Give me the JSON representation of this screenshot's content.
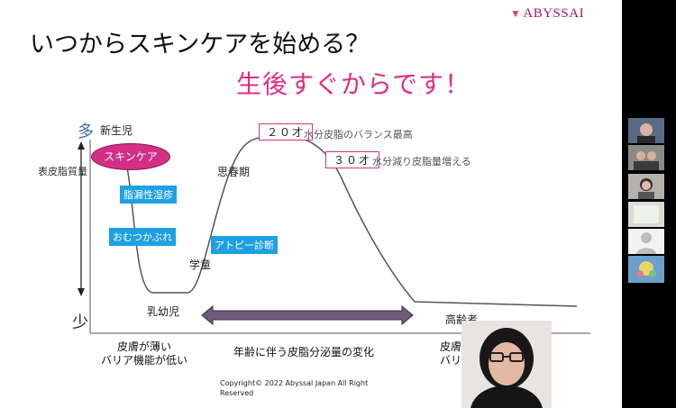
{
  "brand": "ABYSSAI",
  "slide": {
    "title": "いつからスキンケアを始める？",
    "subtitle": "生後すぐからです！",
    "y_axis": {
      "top": "多",
      "bottom": "少",
      "name": "表皮脂質量"
    },
    "stages": {
      "newborn": "新生児",
      "infant": "乳幼児",
      "school_child": "学童",
      "puberty": "思春期",
      "elderly": "高齢者"
    },
    "skincare_label": "スキンケア",
    "conditions": [
      "脂漏性湿疹",
      "おむつかぶれ",
      "アトピー診断"
    ],
    "peaks": [
      {
        "age": "２０才",
        "note": "水分皮脂のバランス最高"
      },
      {
        "age": "３０才",
        "note": "水分減り皮脂量増える"
      }
    ],
    "arrow_label": "年齢に伴う皮脂分泌量の変化",
    "bottom_left": [
      "皮膚が薄い",
      "バリア機能が低い"
    ],
    "bottom_right": [
      "皮膚が",
      "バリア"
    ],
    "copyright": "Copyright© 2022 Abyssal Japan All Right Reserved"
  },
  "colors": {
    "accent_pink": "#dd2f86",
    "badge_blue": "#1da0e4",
    "curve": "#555555",
    "arrow": "#6e5b77"
  }
}
